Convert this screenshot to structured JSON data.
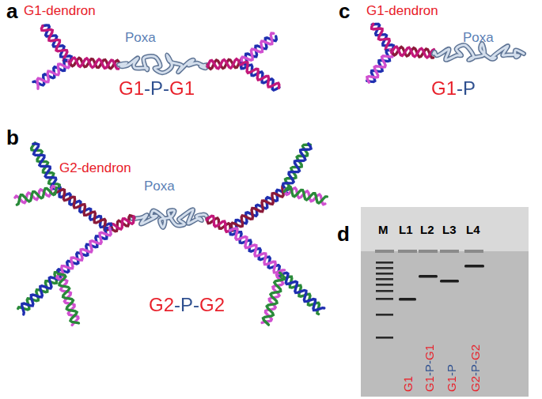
{
  "diagram": {
    "labels": [
      "a",
      "G1-dendron",
      "Poxa",
      "G1-P-G1",
      "c",
      "G1-dendron",
      "Poxa",
      "G1-P",
      "b",
      "G2-dendron",
      "Poxa",
      "G2-P-G2",
      "d",
      "M",
      "L1",
      "L2",
      "L3",
      "L4",
      "G1",
      "G1-P-G1",
      "G1-P",
      "G2-P-G2"
    ]
  }
}
